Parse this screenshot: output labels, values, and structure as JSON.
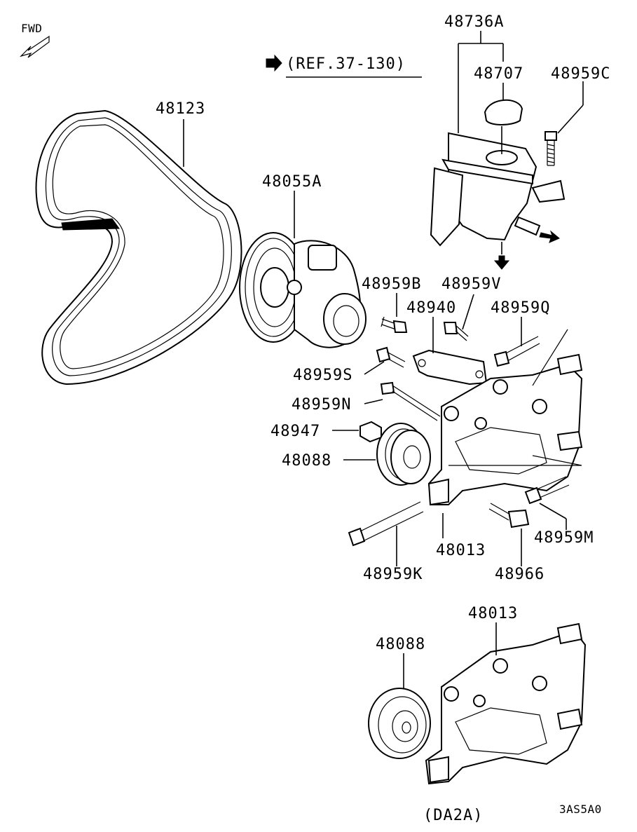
{
  "diagram": {
    "fwd_label": "FWD",
    "reference": "(REF.37-130)",
    "diagram_code": "3AS5A0",
    "variant_label": "(DA2A)",
    "part_labels": {
      "p48736A": "48736A",
      "p48707": "48707",
      "p48959C": "48959C",
      "p48123": "48123",
      "p48055A": "48055A",
      "p48959B": "48959B",
      "p48959V": "48959V",
      "p48940": "48940",
      "p48959Q": "48959Q",
      "p48959S": "48959S",
      "p48959N": "48959N",
      "p48947": "48947",
      "p48088": "48088",
      "p48013": "48013",
      "p48959M": "48959M",
      "p48959K": "48959K",
      "p48966": "48966",
      "p48013b": "48013",
      "p48088b": "48088"
    }
  }
}
